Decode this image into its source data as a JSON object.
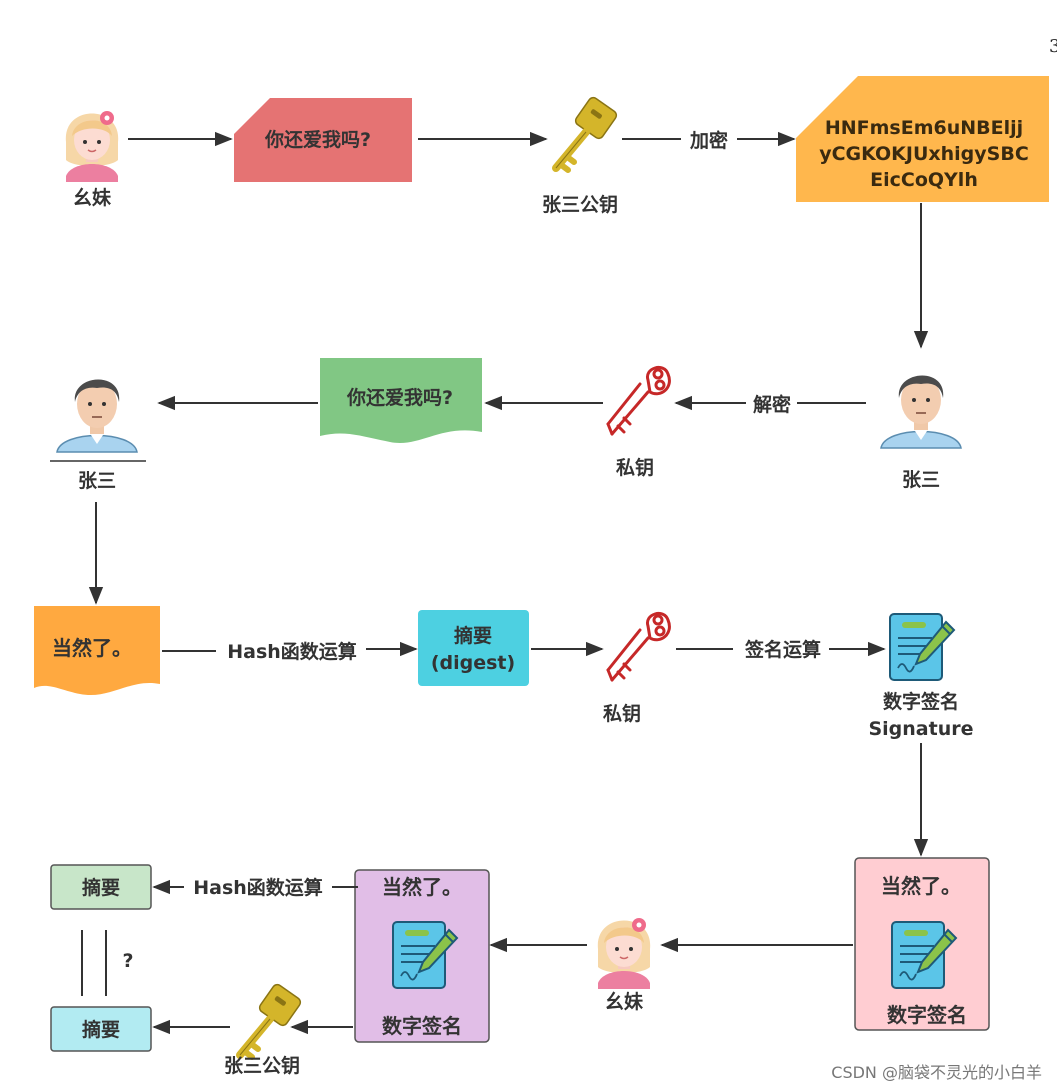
{
  "page_number": "3",
  "watermark": "CSDN @脑袋不灵光的小白羊",
  "labels": {
    "yaomei_1": "幺妹",
    "yaomei_2": "幺妹",
    "zhangsan_pubkey_1": "张三公钥",
    "zhangsan_pubkey_2": "张三公钥",
    "zhangsan_1": "张三",
    "zhangsan_2": "张三",
    "private_key_1": "私钥",
    "private_key_2": "私钥",
    "signature_cn": "数字签名",
    "signature_en": "Signature"
  },
  "edges": {
    "encrypt": "加密",
    "decrypt": "解密",
    "hash_1": "Hash函数运算",
    "sign": "签名运算",
    "hash_2": "Hash函数运算",
    "question": "?"
  },
  "nodes": {
    "plaintext": "你还爱我吗?",
    "ciphertext": [
      "HNFmsEm6uNBEljj",
      "yCGKOKJUxhigySBC",
      "EicCoQYlh"
    ],
    "decrypted": "你还爱我吗?",
    "reply": "当然了。",
    "digest": [
      "摘要",
      "(digest)"
    ],
    "bundle_right": {
      "title": "当然了。",
      "caption": "数字签名"
    },
    "bundle_left": {
      "title": "当然了。",
      "caption": "数字签名"
    },
    "digest_top": "摘要",
    "digest_bottom": "摘要"
  },
  "colors": {
    "plaintext_red": "#e57373",
    "cipher_orange": "#ffb74d",
    "decrypted_green": "#81c784",
    "reply_orange": "#ffa940",
    "digest_cyan": "#4dd0e1",
    "bundle_pink": "#ffcdd2",
    "bundle_purple": "#e1bee7",
    "digest_green": "#c8e6c9",
    "digest_lightblue": "#b2ebf2",
    "pubkey_gold": "#d4b52a",
    "privkey_red": "#c62828"
  }
}
